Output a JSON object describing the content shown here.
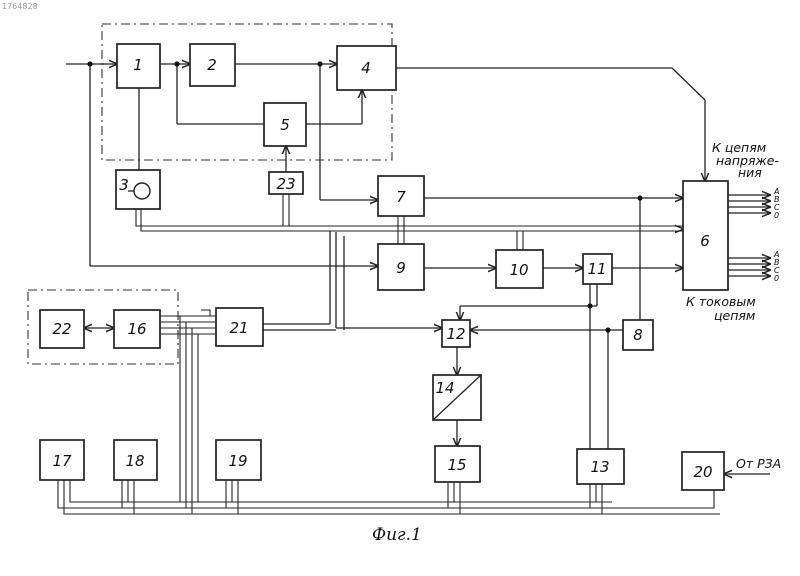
{
  "header_code": "1764828",
  "blocks": {
    "b1": "1",
    "b2": "2",
    "b3": "3",
    "b4": "4",
    "b5": "5",
    "b6": "6",
    "b7": "7",
    "b8": "8",
    "b9": "9",
    "b10": "10",
    "b11": "11",
    "b12": "12",
    "b13": "13",
    "b14": "14",
    "b15": "15",
    "b16": "16",
    "b17": "17",
    "b18": "18",
    "b19": "19",
    "b20": "20",
    "b21": "21",
    "b22": "22",
    "b23": "23"
  },
  "labels": {
    "voltage_line1": "К цепям",
    "voltage_line2": "напряже-",
    "voltage_line3": "ния",
    "current_line1": "К токовым",
    "current_line2": "цепям",
    "rza": "От РЗА"
  },
  "phase_labels_top": [
    "A",
    "B",
    "C",
    "0"
  ],
  "phase_labels_bottom": [
    "A",
    "B",
    "C",
    "0"
  ],
  "caption": "Фиг.1"
}
